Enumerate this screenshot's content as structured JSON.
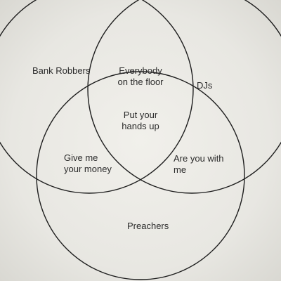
{
  "diagram": {
    "sets": [
      {
        "id": "bank-robbers",
        "label": "Bank Robbers"
      },
      {
        "id": "djs",
        "label": "DJs"
      },
      {
        "id": "preachers",
        "label": "Preachers"
      }
    ],
    "intersections": {
      "bank_robbers_djs": "Everybody\non the floor",
      "all_three": "Put your\nhands up",
      "bank_robbers_preachers": "Give me\nyour money",
      "djs_preachers": "Are you with\nme"
    },
    "colors": {
      "stroke": "#1e1e1e",
      "text": "#2b2b2b"
    }
  }
}
